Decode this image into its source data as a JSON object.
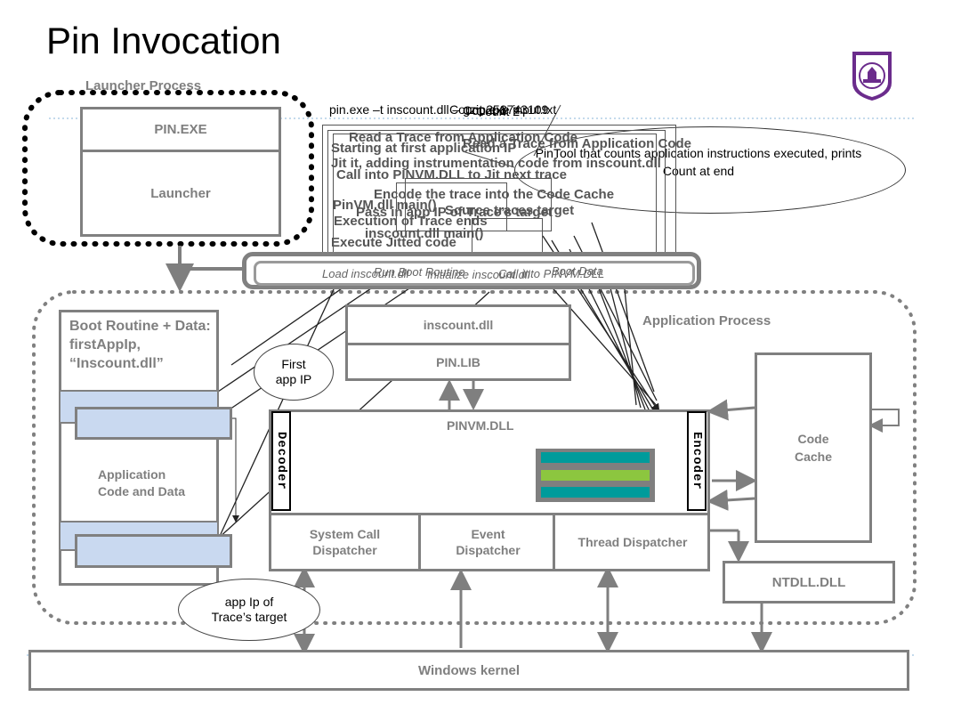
{
  "title": "Pin Invocation",
  "launcher": {
    "label": "Launcher Process",
    "pin_exe": "PIN.EXE",
    "launcher": "Launcher"
  },
  "command": "pin.exe –t inscount.dll – gzip.exe input.txt",
  "pintool_note": "PinTool that counts application instructions executed, prints Count at end",
  "count_values": [
    "Count 258743109",
    "Count 1",
    "Count 2"
  ],
  "overlay_steps": [
    "Read a Trace from Application Code",
    "Jit it, adding instrumentation code from inscount.dll",
    "Encode the trace into the Code Cache",
    "Execute Jitted code",
    "Execution of Trace ends",
    "Call into PINVM.DLL to Jit next trace",
    "Pass in app IP of Trace’s target",
    "Source traces target",
    "Starting at first application IP",
    "inscount.dll main()",
    "PinVM.dll main()",
    "Read a Trace from Application Code"
  ],
  "pipe_labels": [
    "Load inscount.dll",
    "Run Boot Routine",
    "Boot Data",
    "Initialize inscount.dll",
    "Call into PINVM.DLL"
  ],
  "app_process": {
    "label": "Application Process",
    "boot_routine": "Boot Routine + Data: firstAppIp, “Inscount.dll”",
    "app_code": "Application Code and Data",
    "inscount": "inscount.dll",
    "pin_lib": "PIN.LIB",
    "pinvm": "PINVM.DLL",
    "decoder": "Decoder",
    "encoder": "Encoder",
    "syscall": "System Call Dispatcher",
    "event": "Event Dispatcher",
    "thread": "Thread Dispatcher",
    "code_cache": "Code Cache",
    "ntdll": "NTDLL.DLL"
  },
  "first_app_ip": "First app IP",
  "trace_target": "app Ip of Trace’s target",
  "kernel": "Windows kernel",
  "colors": {
    "box_border": "#808080",
    "light_blue": "#c9d9f0",
    "teal": "#009b9b",
    "green": "#8cc63f",
    "dotted_line": "#8ab4d8"
  },
  "logo": "university-seal-icon"
}
